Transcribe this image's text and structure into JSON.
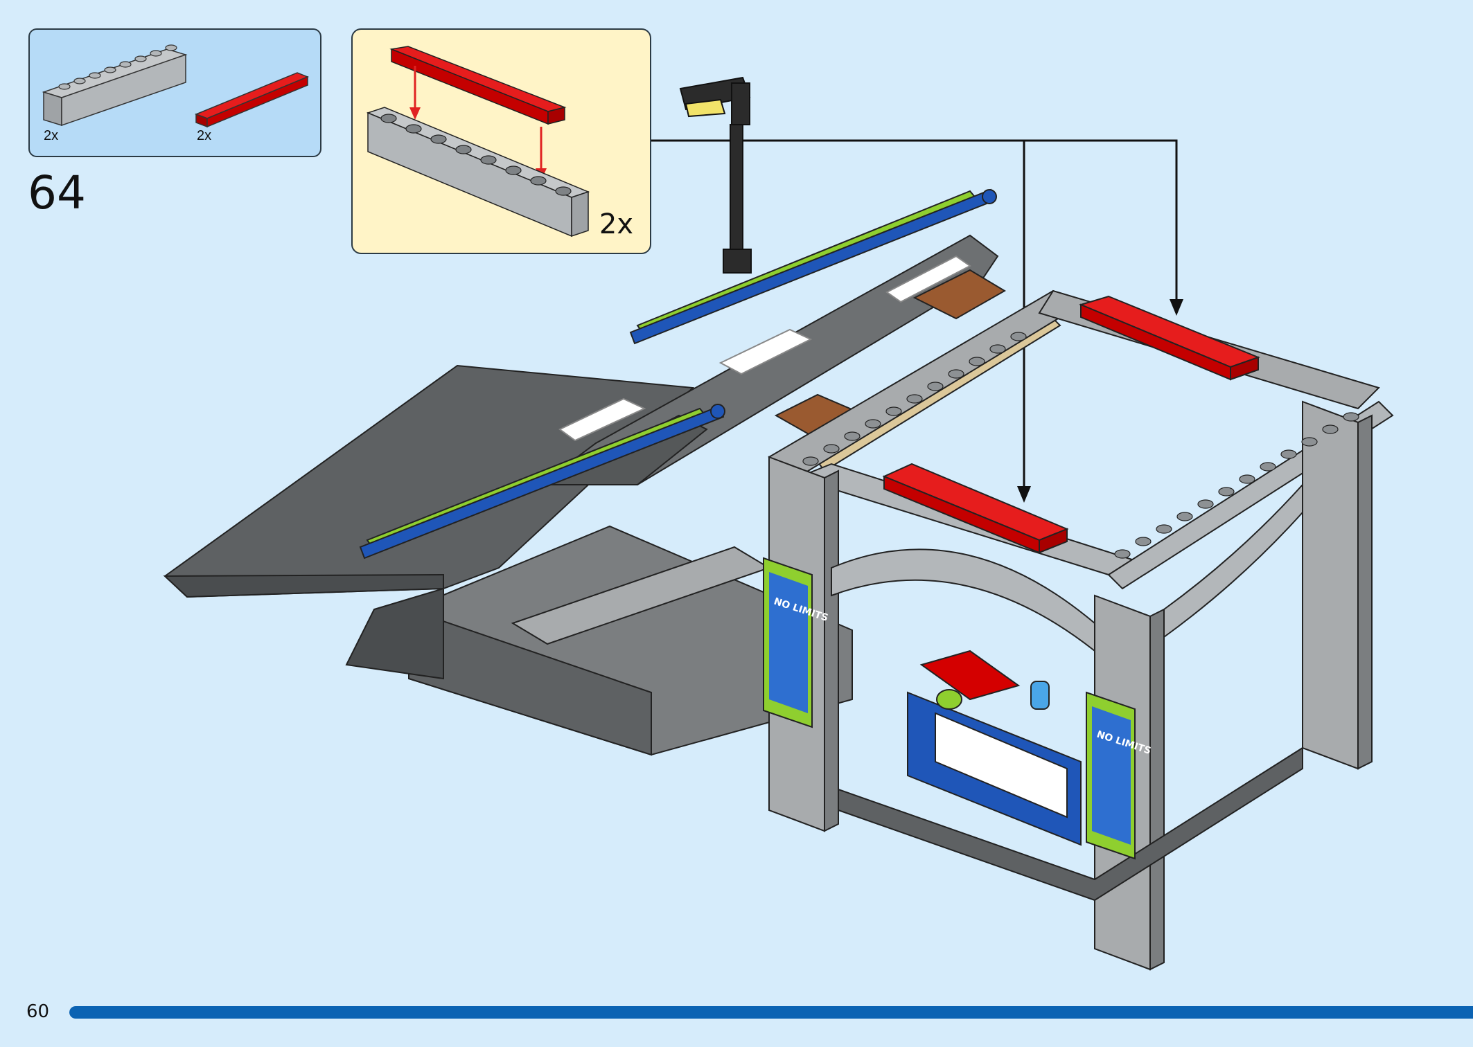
{
  "parts_needed": {
    "items": [
      {
        "name": "light-gray-brick-1x8",
        "quantity": "2x",
        "color": "#b9bdc0"
      },
      {
        "name": "red-tile-1x8",
        "quantity": "2x",
        "color": "#d40000"
      }
    ]
  },
  "step": {
    "number": "64"
  },
  "sub_assembly": {
    "quantity": "2x",
    "panel_color": "#fff4c7"
  },
  "model": {
    "sign_text": "NO LIMITS"
  },
  "footer": {
    "page_number": "60",
    "progress": 1.0
  },
  "colors": {
    "background": "#d6ecfb",
    "parts_panel": "#b6dbf7",
    "red": "#d40000",
    "lime": "#8fcf2f",
    "blue": "#1f56b8",
    "gray": "#a8abad",
    "dark_gray": "#5e6163",
    "tan": "#dcc89a",
    "brown": "#9a5a30",
    "progress": "#0b63b3"
  }
}
